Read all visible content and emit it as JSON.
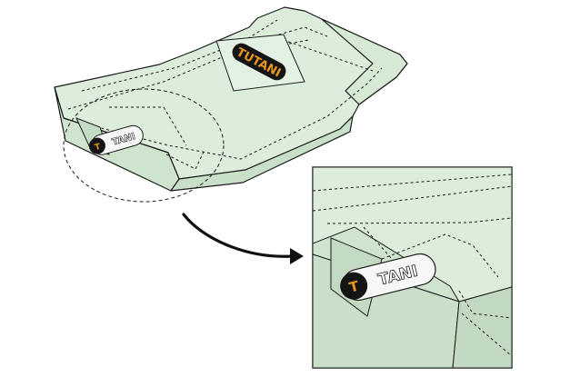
{
  "image": {
    "description_visible_text": "none",
    "colors": {
      "package_fill": "#d9ebd9",
      "package_shadow": "#c6dcc6",
      "package_top": "#e3f1e3",
      "outline": "#1b1b1b",
      "logo_dark": "#141414",
      "logo_orange": "#e8961c",
      "logo_light": "#ffffff",
      "background": "#ffffff"
    },
    "logo": {
      "text": "TUTANI",
      "icon": "brand-logo"
    },
    "tag": {
      "text": "TANI",
      "icon": "pull-tab"
    },
    "arrow": {
      "icon": "curved-arrow-right"
    }
  }
}
